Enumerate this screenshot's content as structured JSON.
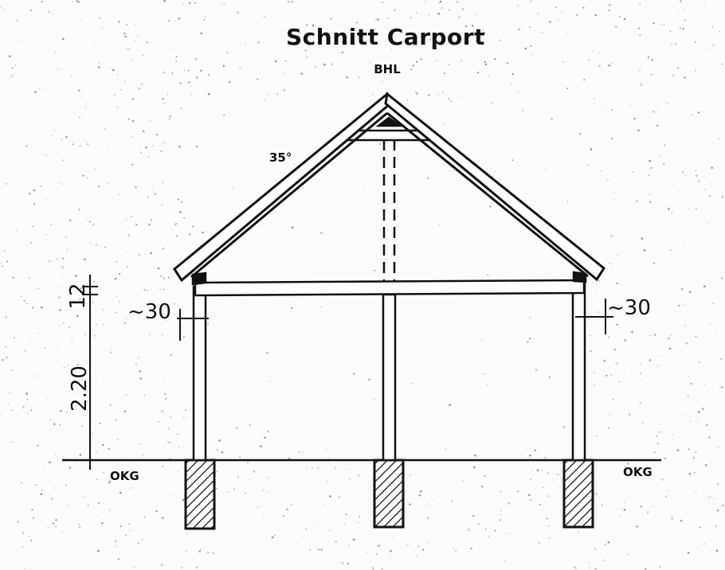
{
  "drawing": {
    "title": "Schnitt Carport",
    "subtitle": "BHL",
    "roof_angle_label": "35°",
    "left_overhang_label": "~30",
    "right_overhang_label": "~30",
    "upper_height_label": "12",
    "lower_height_label": "2.20",
    "ground_left_label": "OKG",
    "ground_right_label": "OKG"
  }
}
